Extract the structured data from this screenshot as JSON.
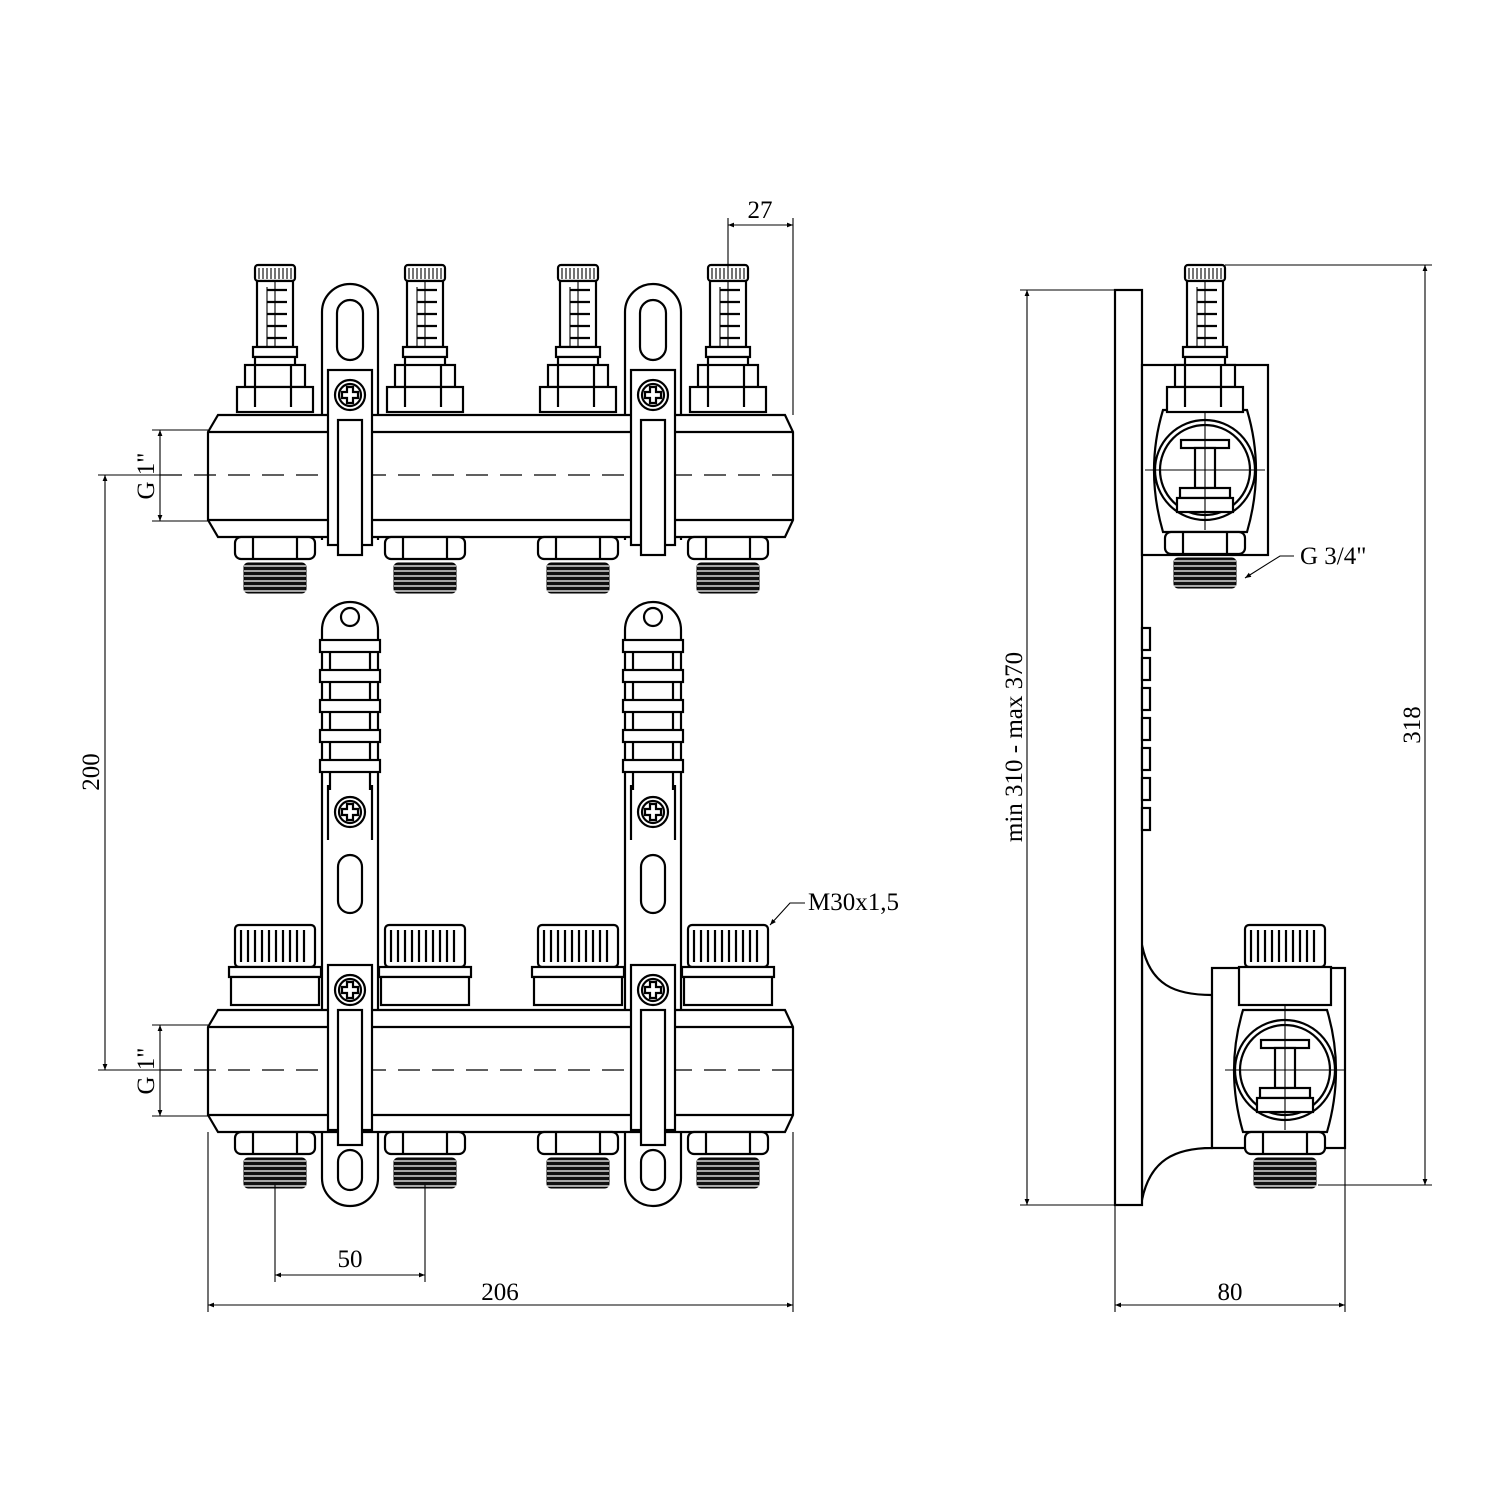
{
  "drawing": {
    "dimensions": {
      "flowmeter_offset": "27",
      "top_connection": "G 1\"",
      "bottom_connection": "G 1\"",
      "axis_distance": "200",
      "outlet_pitch": "50",
      "overall_width": "206",
      "valve_thread": "M30x1,5",
      "outlet_thread": "G 3/4\"",
      "bracket_height": "min 310 - max 370",
      "overall_height": "318",
      "depth": "80"
    },
    "outlet_count": 4
  }
}
